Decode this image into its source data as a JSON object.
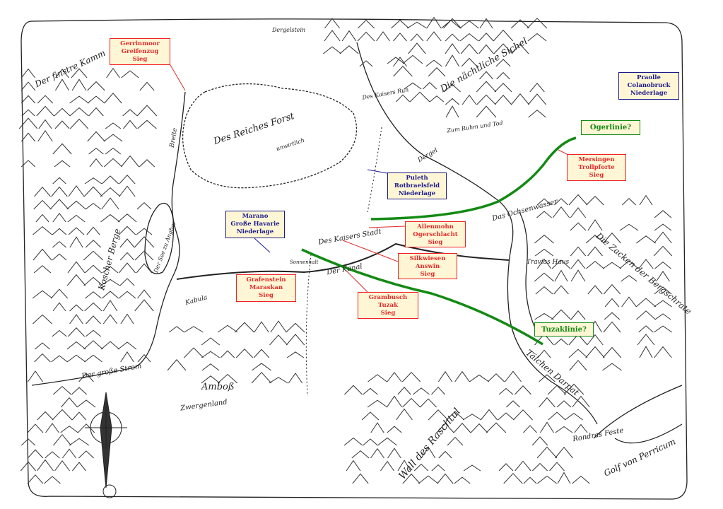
{
  "battles": [
    {
      "id": "gerrinmoor",
      "place": "Gerrinmoor",
      "name": "Greifenzug",
      "result": "Sieg"
    },
    {
      "id": "praolle",
      "place": "Praolle",
      "name": "Colanobruck",
      "result": "Niederlage"
    },
    {
      "id": "puleth",
      "place": "Puleth",
      "name": "Rotbraelsfeld",
      "result": "Niederlage"
    },
    {
      "id": "marano",
      "place": "Marano",
      "name": "Große Havarie",
      "result": "Niederlage"
    },
    {
      "id": "allenmohn",
      "place": "Allenmohn",
      "name": "Ogerschlacht",
      "result": "Sieg"
    },
    {
      "id": "silkwiesen",
      "place": "Silkwiesen",
      "name": "Answin",
      "result": "Sieg"
    },
    {
      "id": "grafenstein",
      "place": "Grafenstein",
      "name": "Maraskan",
      "result": "Sieg"
    },
    {
      "id": "grambusch",
      "place": "Grambusch",
      "name": "Tuzak",
      "result": "Sieg"
    },
    {
      "id": "mersingen",
      "place": "Mersingen",
      "name": "Trollpforte",
      "result": "Sieg"
    }
  ],
  "lines": {
    "oger": "Ogerlinie?",
    "tuzak": "Tuzaklinie?"
  },
  "colors": {
    "victory": "#e02a2a",
    "defeat": "#1a1a8a",
    "line": "#138a13",
    "box_fill": "#fff6d6"
  },
  "places": {
    "finstre_kamm": "Der finstre Kamm",
    "reichsforst": "Des Reiches Forst",
    "reichsforst_sub": "unwirtlich",
    "sichel": "Die nächtliche Sichel",
    "kaiserstadt": "Des Kaisers Stadt",
    "kanal": "Der Kanal",
    "ochsenwasser": "Das Ochsenwasser",
    "travias_haus": "Travias Haus",
    "bergschrate": "Die Zacken der Bergschrate",
    "darpat": "Tälchen Darpat",
    "rondras_feste": "Rondras Feste",
    "perricum": "Golf von Perricum",
    "raschtul": "Wall des Raschtul",
    "amboss": "Amboß",
    "zwergenland": "Zwergenland",
    "strom": "Der große Strom",
    "koschen": "Koscher Berge",
    "see": "Der See zu Angbar",
    "dergelstein": "Dergelstein",
    "kaisers_ruh": "Des Kaisers Ruh",
    "dergel": "Dergel",
    "ruhm": "Zum Ruhm und Tod",
    "breite": "Breite",
    "kabula": "Kabula",
    "sonnenhalt": "Sonnenhalt"
  }
}
